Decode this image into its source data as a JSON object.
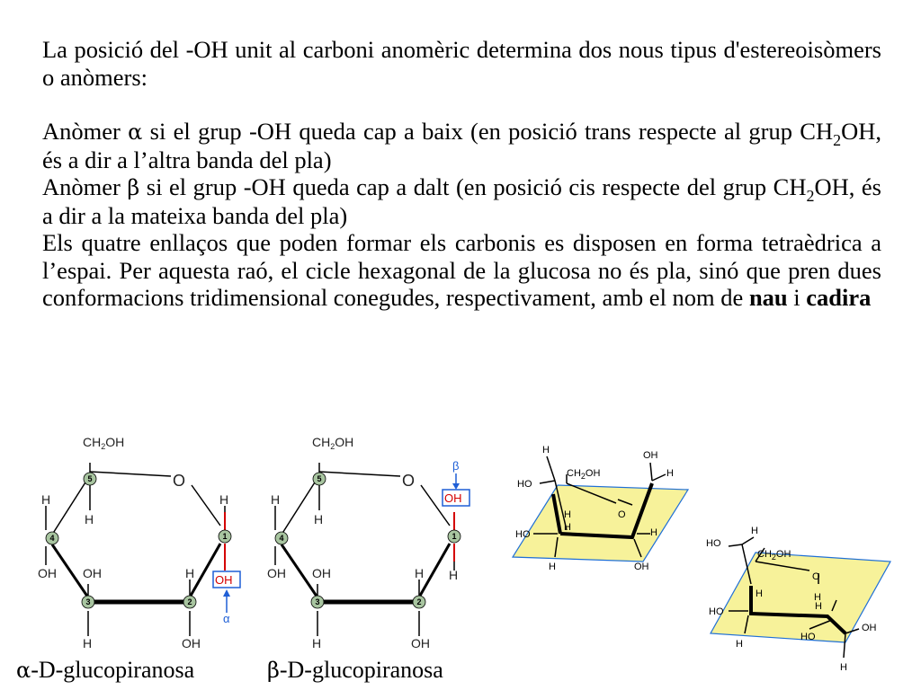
{
  "paragraph1": "La posició del -OH unit al carboni anomèric determina dos nous tipus d'estereoisòmers o anòmers:",
  "alpha_line": {
    "prefix": "Anòmer ",
    "symbol": "α",
    "text_before_sub": " si el grup -OH queda cap a baix (en posició trans respecte al grup CH",
    "sub": "2",
    "text_after_sub": "OH, és a dir a l’altra banda del pla)"
  },
  "beta_line": {
    "prefix": "Anòmer ",
    "symbol": "β",
    "text_before_sub": " si el grup -OH queda cap a dalt (en posició cis respecte del grup CH",
    "sub": "2",
    "text_after_sub": "OH, és a dir a la mateixa banda del pla)"
  },
  "paragraph_conf": {
    "text": "Els quatre enllaços que poden formar els carbonis es disposen en forma tetraèdrica a l’espai. Per aquesta raó, el cicle hexagonal de la glucosa no és pla, sinó que pren dues conformacions tridimensional conegudes, respectivament, amb el nom de ",
    "bold1": "nau",
    "connector": " i ",
    "bold2": "cadira"
  },
  "haworth": {
    "ch2oh": "CH2OH",
    "ring_oxygen": "O",
    "h": "H",
    "oh": "OH",
    "carbon_numbers": [
      "5",
      "4",
      "3",
      "2",
      "1"
    ],
    "alpha_marker": "α",
    "beta_marker": "β"
  },
  "conformations": {
    "ch2oh": "CH2OH",
    "h": "H",
    "oh": "OH",
    "ho": "HO",
    "o": "O"
  },
  "captions": {
    "alpha_symbol": "α",
    "alpha_text": "-D-glucopiranosa",
    "beta_symbol": "β",
    "beta_text": "-D-glucopiranosa"
  }
}
